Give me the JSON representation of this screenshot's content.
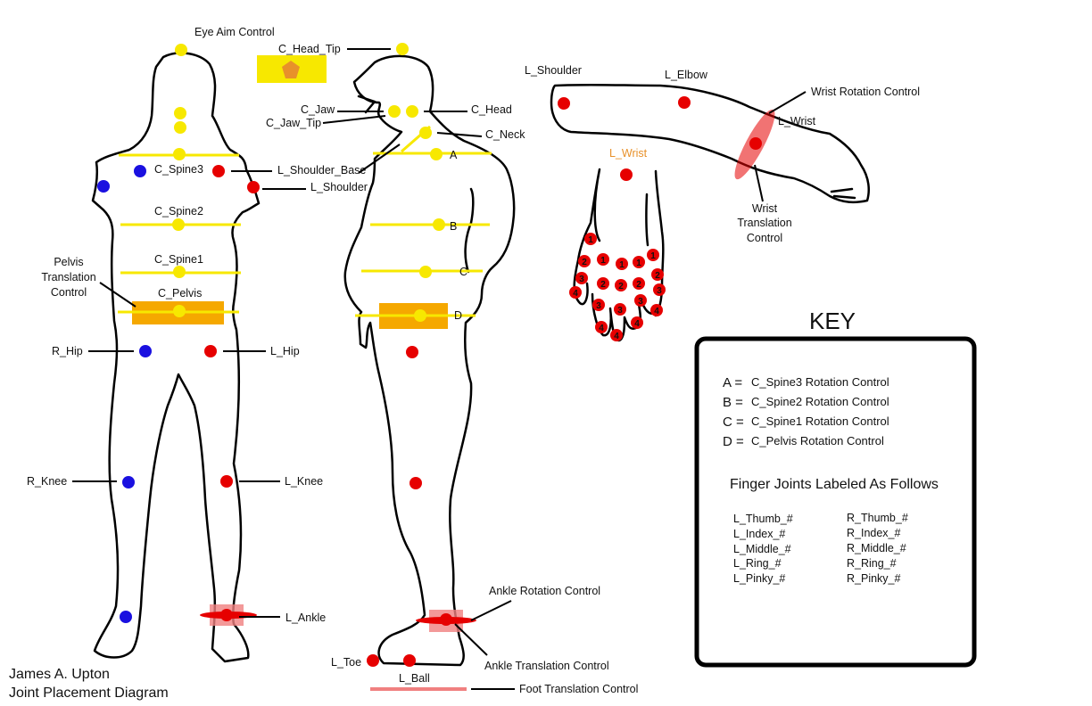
{
  "colors": {
    "yellow": "#f7e800",
    "red": "#e60000",
    "blue": "#1a10e0",
    "orange_bar": "#f5a800",
    "pink": "#f08080",
    "text_orange": "#e8912a"
  },
  "front": {
    "eye_aim": "Eye Aim Control",
    "spine3": "C_Spine3",
    "spine2": "C_Spine2",
    "spine1": "C_Spine1",
    "pelvis": "C_Pelvis",
    "pelvis_tc_1": "Pelvis",
    "pelvis_tc_2": "Translation",
    "pelvis_tc_3": "Control",
    "r_hip": "R_Hip",
    "l_hip": "L_Hip",
    "r_knee": "R_Knee",
    "l_knee": "L_Knee",
    "l_ankle": "L_Ankle",
    "l_shoulder_base": "L_Shoulder_Base",
    "l_shoulder": "L_Shoulder"
  },
  "side": {
    "head_tip": "C_Head_Tip",
    "jaw": "C_Jaw",
    "jaw_tip": "C_Jaw_Tip",
    "head": "C_Head",
    "neck": "C_Neck",
    "a": "A",
    "b": "B",
    "c": "C",
    "d": "D",
    "ankle_rot": "Ankle Rotation Control",
    "ankle_trans": "Ankle Translation Control",
    "toe": "L_Toe",
    "ball": "L_Ball",
    "foot_trans": "Foot Translation Control"
  },
  "arm": {
    "shoulder": "L_Shoulder",
    "elbow": "L_Elbow",
    "wrist_rot": "Wrist Rotation Control",
    "wrist": "L_Wrist",
    "wrist_trans_1": "Wrist",
    "wrist_trans_2": "Translation",
    "wrist_trans_3": "Control"
  },
  "hand": {
    "wrist_label": "L_Wrist",
    "joint_numbers": [
      "1",
      "1",
      "1",
      "1",
      "1",
      "2",
      "2",
      "2",
      "2",
      "2",
      "3",
      "3",
      "3",
      "3",
      "3",
      "4",
      "4",
      "4",
      "4",
      "4"
    ]
  },
  "key": {
    "title": "KEY",
    "letters": [
      {
        "letter": "A =",
        "text": "C_Spine3 Rotation Control"
      },
      {
        "letter": "B =",
        "text": "C_Spine2 Rotation Control"
      },
      {
        "letter": "C =",
        "text": "C_Spine1 Rotation Control"
      },
      {
        "letter": "D =",
        "text": "C_Pelvis Rotation Control"
      }
    ],
    "finger_heading": "Finger Joints Labeled As Follows",
    "left_fingers": [
      "L_Thumb_#",
      "L_Index_#",
      "L_Middle_#",
      "L_Ring_#",
      "L_Pinky_#"
    ],
    "right_fingers": [
      "R_Thumb_#",
      "R_Index_#",
      "R_Middle_#",
      "R_Ring_#",
      "R_Pinky_#"
    ]
  },
  "credit": {
    "line1": "James A. Upton",
    "line2": "Joint Placement Diagram"
  }
}
